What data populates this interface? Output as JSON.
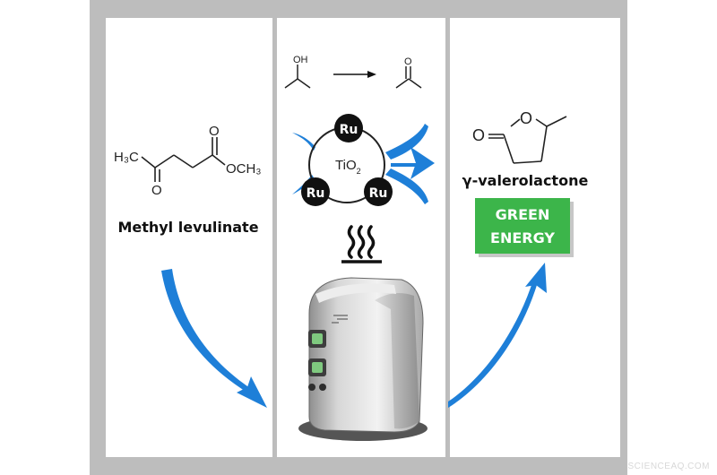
{
  "panels": {
    "left": {
      "substrate": {
        "h3c": "H₃C",
        "o_ketone": "O",
        "o_carbonyl": "O",
        "och3": "OCH₃"
      },
      "label": "Methyl levulinate"
    },
    "middle": {
      "reaction": {
        "oh": "OH",
        "o_product": "O"
      },
      "catalyst": {
        "support": "TiO",
        "support_sub": "2",
        "metal_1": "Ru",
        "metal_2": "Ru",
        "metal_3": "Ru"
      }
    },
    "right": {
      "product": {
        "o_carbonyl": "O",
        "o_ring": "O"
      },
      "label": "γ-valerolactone",
      "badge": {
        "line1": "GREEN",
        "line2": "ENERGY"
      }
    }
  },
  "watermark": "SCIENCEAQ.COM",
  "colors": {
    "frame": "#bdbdbd",
    "arrow": "#1e7fd8",
    "badge": "#3cb54a",
    "divider": "#b5b5b5"
  }
}
